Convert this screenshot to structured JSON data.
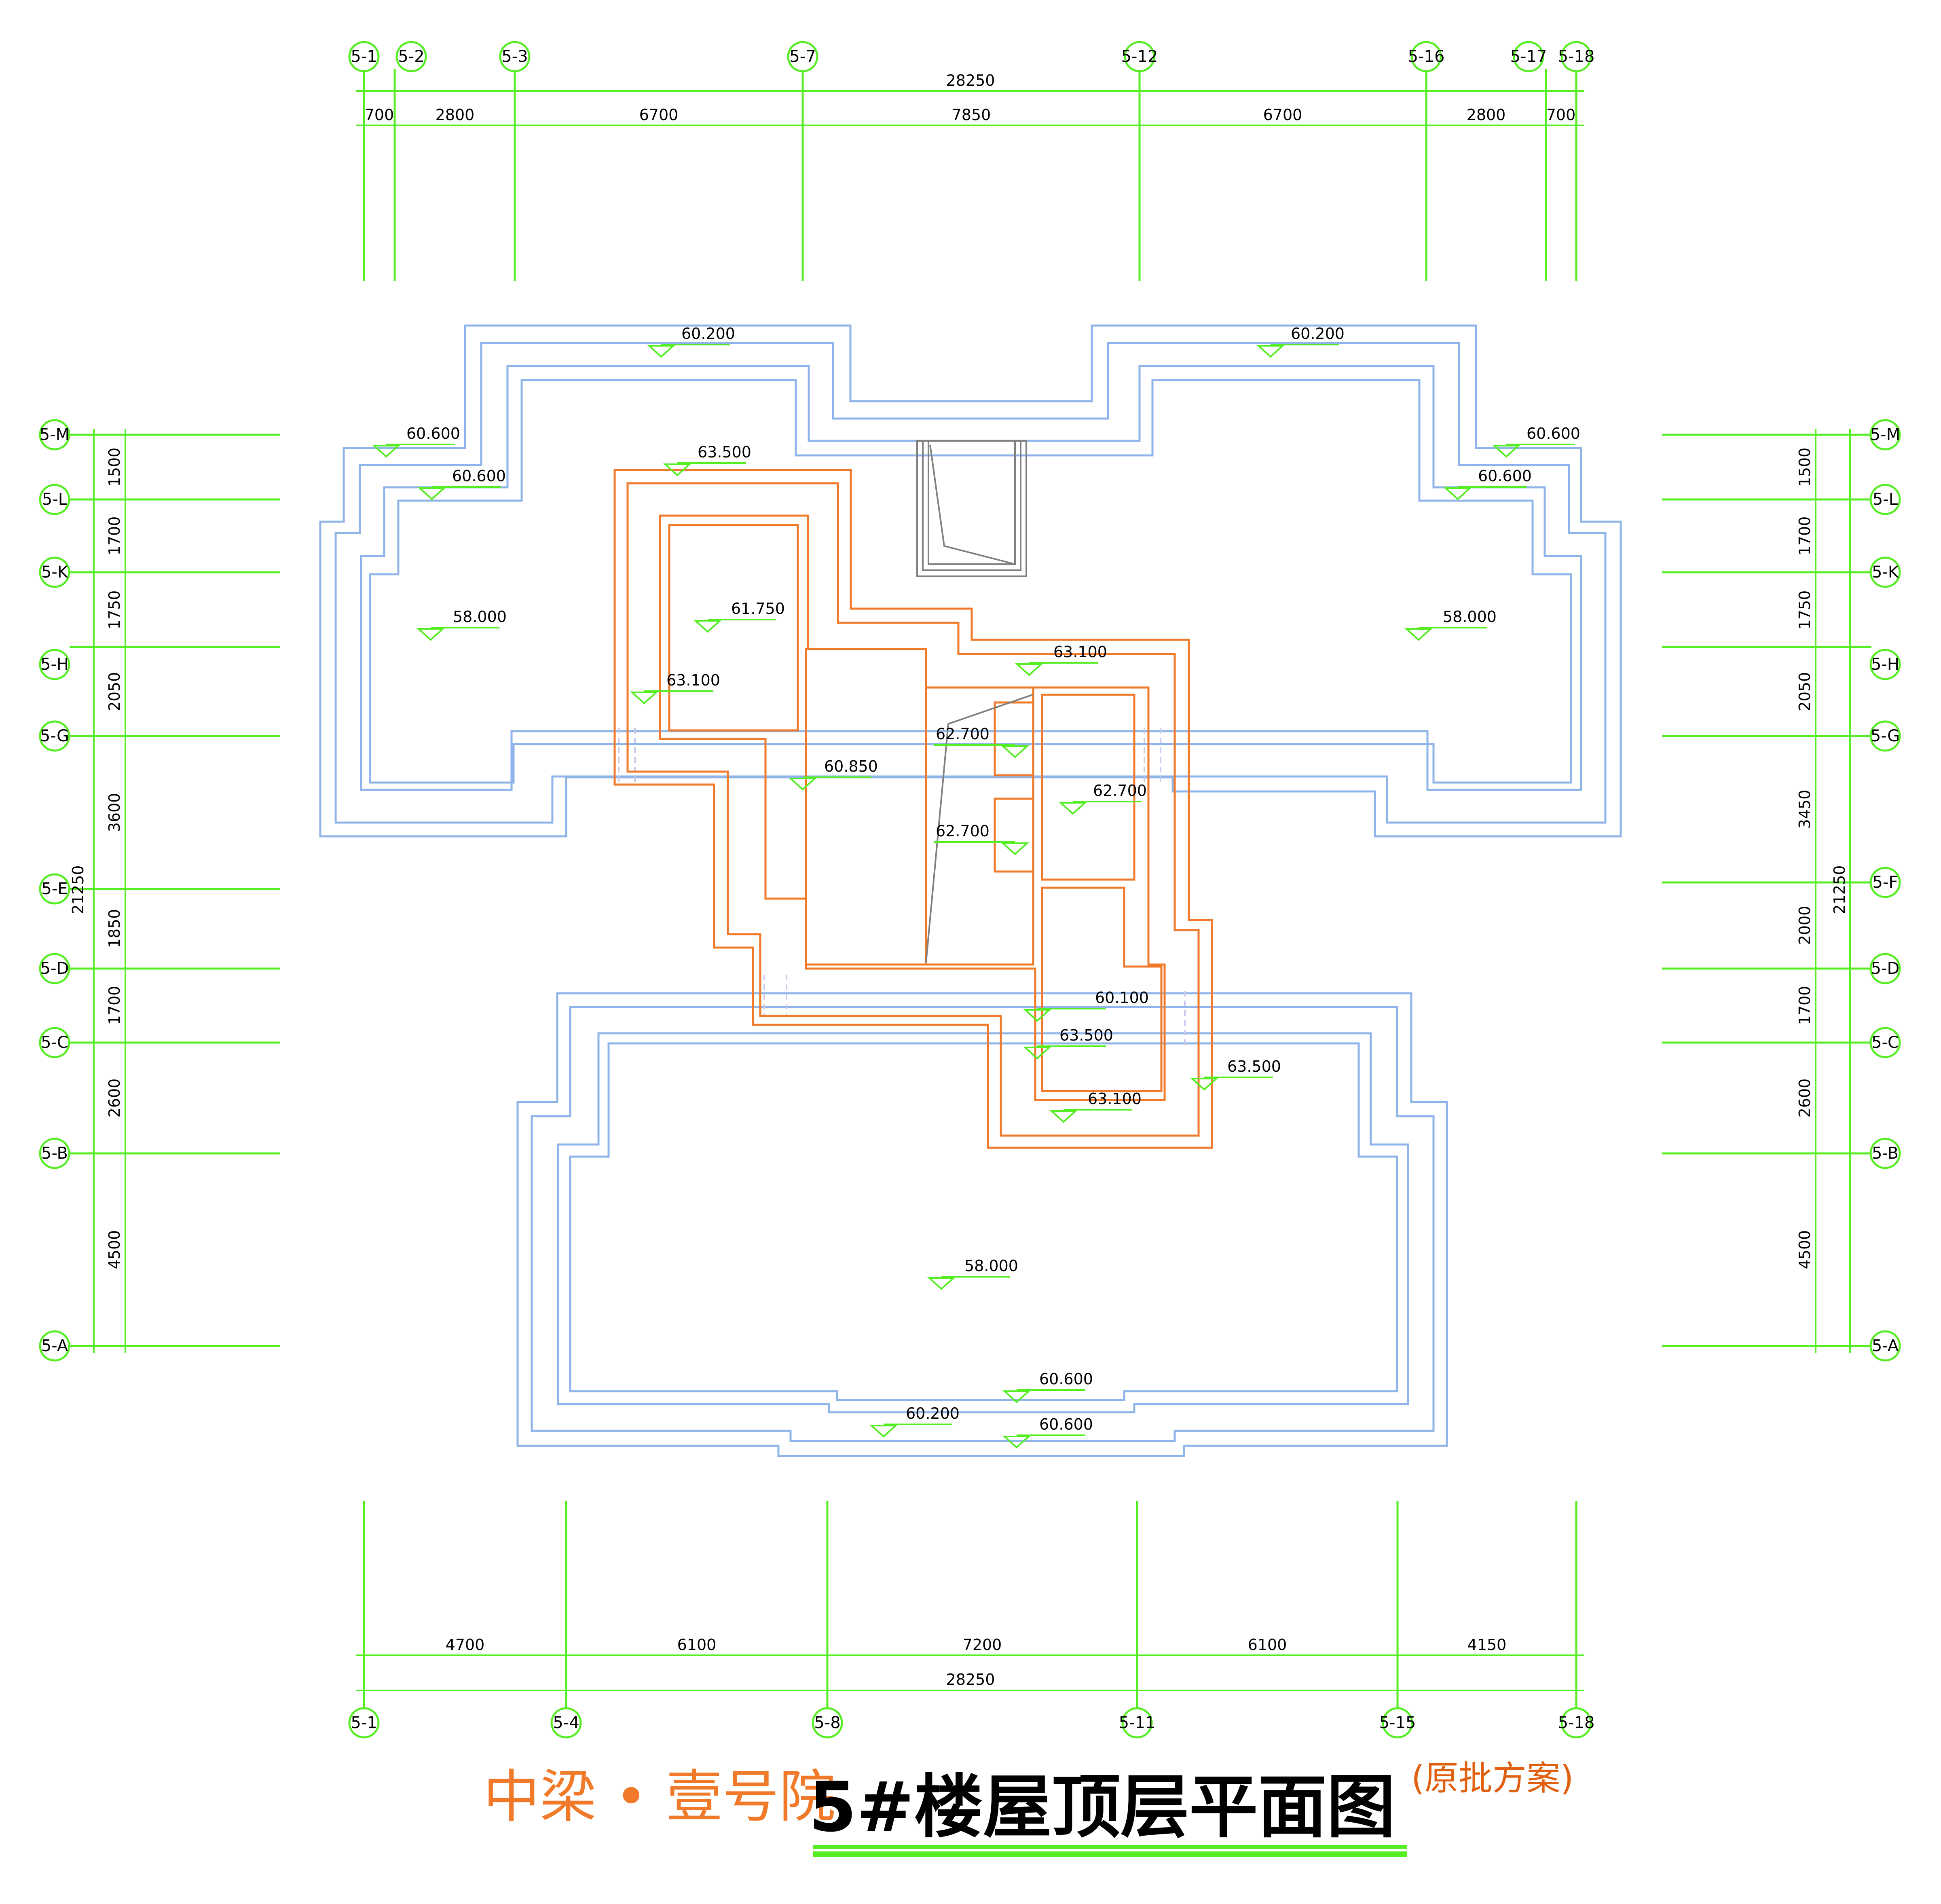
{
  "title": {
    "brand": "中梁 • 壹号院",
    "main": "5#楼屋顶层平面图",
    "note": "(原批方案)"
  },
  "axes": {
    "top": [
      "5-1",
      "5-2",
      "5-3",
      "5-7",
      "5-12",
      "5-16",
      "5-17",
      "5-18"
    ],
    "bottom": [
      "5-1",
      "5-4",
      "5-8",
      "5-11",
      "5-15",
      "5-18"
    ],
    "left": [
      "5-M",
      "5-L",
      "5-K",
      "5-H",
      "5-G",
      "5-E",
      "5-D",
      "5-C",
      "5-B",
      "5-A"
    ],
    "right": [
      "5-M",
      "5-L",
      "5-K",
      "5-H",
      "5-G",
      "5-F",
      "5-D",
      "5-C",
      "5-B",
      "5-A"
    ]
  },
  "dimensions": {
    "top_total": "28250",
    "top_segments": [
      "700",
      "2800",
      "6700",
      "7850",
      "6700",
      "2800",
      "700"
    ],
    "bottom_segments": [
      "4700",
      "6100",
      "7200",
      "6100",
      "4150"
    ],
    "bottom_total": "28250",
    "left_segments": [
      "1500",
      "1700",
      "1750",
      "2050",
      "3600",
      "1850",
      "1700",
      "2600",
      "4500"
    ],
    "left_total": "21250",
    "right_segments": [
      "1500",
      "1700",
      "1750",
      "2050",
      "3450",
      "2000",
      "1700",
      "2600",
      "4500"
    ],
    "right_total": "21250"
  },
  "elevations": [
    "60.200",
    "60.200",
    "60.600",
    "60.600",
    "60.600",
    "60.600",
    "63.500",
    "58.000",
    "61.750",
    "58.000",
    "63.100",
    "63.100",
    "62.700",
    "60.850",
    "62.700",
    "62.700",
    "60.100",
    "63.500",
    "63.500",
    "63.100",
    "58.000",
    "60.600",
    "60.200",
    "60.600"
  ],
  "colors": {
    "grid": "#55ee22",
    "outer_wall": "#8fb4ea",
    "core_wall": "#f07a2a",
    "title_brand": "#f07a2a",
    "title_main": "#000000",
    "title_note": "#e06010"
  }
}
